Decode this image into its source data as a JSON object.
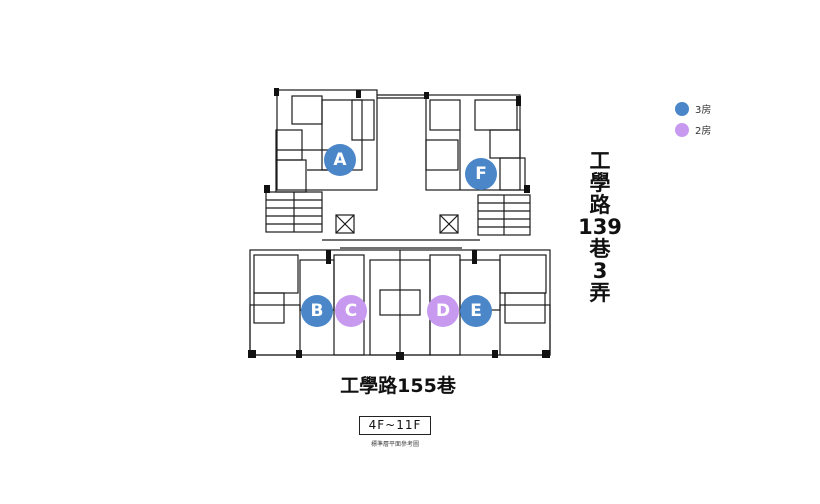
{
  "legend": [
    {
      "label": "3房",
      "color": "#4a86c8",
      "icon": "blue-dot-icon"
    },
    {
      "label": "2房",
      "color": "#c79af0",
      "icon": "purple-dot-icon"
    }
  ],
  "units": [
    {
      "id": "A",
      "bedrooms": "3房",
      "color": "#4a86c8"
    },
    {
      "id": "B",
      "bedrooms": "3房",
      "color": "#4a86c8"
    },
    {
      "id": "C",
      "bedrooms": "2房",
      "color": "#c79af0"
    },
    {
      "id": "D",
      "bedrooms": "2房",
      "color": "#c79af0"
    },
    {
      "id": "E",
      "bedrooms": "3房",
      "color": "#4a86c8"
    },
    {
      "id": "F",
      "bedrooms": "3房",
      "color": "#4a86c8"
    }
  ],
  "street_side": [
    "工",
    "學",
    "路",
    "139",
    "巷",
    "3",
    "弄"
  ],
  "street_bottom": "工學路155巷",
  "floor_range": "4F~11F",
  "floor_caption": "標準層平面參考圖"
}
